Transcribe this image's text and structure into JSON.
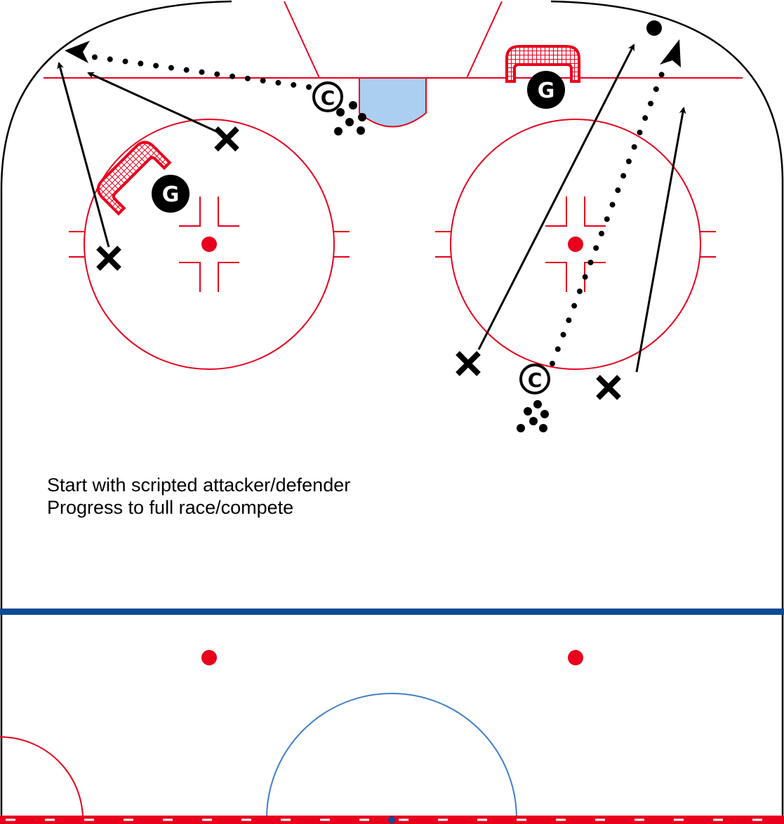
{
  "colors": {
    "red": "#e8001c",
    "blue_line": "#0b4a94",
    "crease": "#abcff0",
    "circle_blue": "#3f7fcf",
    "ink": "#000000"
  },
  "labels": {
    "coach": "C",
    "goalie": "G"
  },
  "notes": [
    "Start with scripted attacker/defender",
    "Progress to full race/compete"
  ]
}
